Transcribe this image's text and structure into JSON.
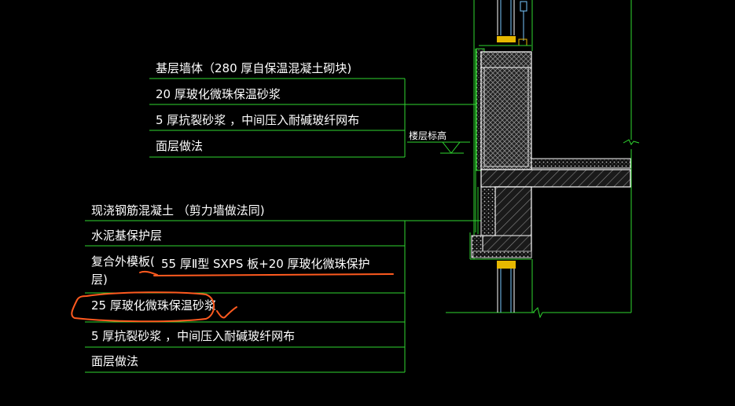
{
  "colors": {
    "background": "#000000",
    "leader": "#2fd62f",
    "outline": "#ffffff",
    "hatch": "#9a9a9a",
    "hatch_dark": "#6a6a6a",
    "insulation": "#d9d9d9",
    "window_yellow": "#e6b800",
    "window_cyan": "#78c8ff",
    "markup": "#ff5a1f",
    "text": "#ffffff"
  },
  "labels_upper": {
    "l1": "基层墙体（280  厚自保温混凝土砌块)",
    "l2": "20  厚玻化微珠保温砂浆",
    "l3": "5 厚抗裂砂浆  ，中间压入耐碱玻纤网布",
    "l4": "面层做法"
  },
  "elevation_mark": "楼层标高",
  "labels_lower": {
    "l1": "现浇钢筋混凝土   （剪力墙做法同)",
    "l2": "水泥基保护层",
    "l3a": "复合外模板(",
    "l3b": "55  厚Ⅱ型 SXPS   板+20   厚玻化微珠保护",
    "l3c": "层)",
    "l4": "25  厚玻化微珠保温砂浆",
    "l5": "5 厚抗裂砂浆  ，中间压入耐碱玻纤网布",
    "l6": "面层做法"
  },
  "icons": {
    "elevation": "elevation-triangle-icon",
    "break_line": "break-line-icon",
    "annotation_circle": "annotation-circle-icon",
    "annotation_check": "annotation-check-icon"
  }
}
